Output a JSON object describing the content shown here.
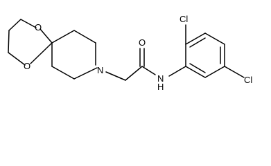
{
  "molecule": {
    "atoms": {
      "o_ring_upper": "O",
      "o_ring_lower": "O",
      "n_piperidine": "N",
      "o_carbonyl": "O",
      "nh_amide": "N",
      "h_amide": "H",
      "cl_top": "Cl",
      "cl_right": "Cl"
    }
  },
  "colors": {
    "bond": "#000000",
    "label": "#000000",
    "background": "#ffffff"
  }
}
